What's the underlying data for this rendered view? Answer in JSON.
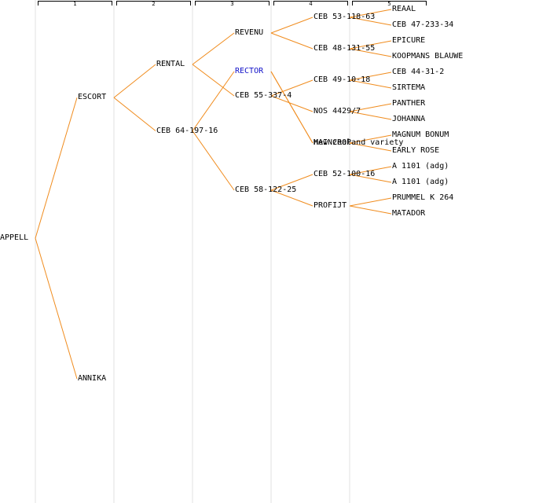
{
  "generations": [
    "1",
    "2",
    "3",
    "4",
    "5"
  ],
  "colors": {
    "edge": "#f08c1e",
    "text": "#000000",
    "highlight": "#1010c8"
  },
  "nodes": [
    {
      "id": "appell",
      "label": "APPELL",
      "gen": 0,
      "parent": null
    },
    {
      "id": "escort",
      "label": "ESCORT",
      "gen": 1,
      "parent": "appell"
    },
    {
      "id": "annika",
      "label": "ANNIKA",
      "gen": 1,
      "parent": "appell"
    },
    {
      "id": "rental",
      "label": "RENTAL",
      "gen": 2,
      "parent": "escort"
    },
    {
      "id": "ceb64",
      "label": "CEB 64-197-16",
      "gen": 2,
      "parent": "escort"
    },
    {
      "id": "revenu",
      "label": "REVENU",
      "gen": 3,
      "parent": "rental"
    },
    {
      "id": "ceb55",
      "label": "CEB 55-337-4",
      "gen": 3,
      "parent": "rental"
    },
    {
      "id": "rector",
      "label": "RECTOR",
      "gen": 3,
      "parent": "ceb64",
      "highlight": true
    },
    {
      "id": "ceb58",
      "label": "CEB 58-122-25",
      "gen": 3,
      "parent": "ceb64"
    },
    {
      "id": "ceb53",
      "label": "CEB 53-118-63",
      "gen": 4,
      "parent": "revenu"
    },
    {
      "id": "ceb48",
      "label": "CEB 48-131-55",
      "gen": 4,
      "parent": "revenu"
    },
    {
      "id": "ceb49",
      "label": "CEB 49-10-18",
      "gen": 4,
      "parent": "ceb55"
    },
    {
      "id": "nos",
      "label": "NOS 4429/7",
      "gen": 4,
      "parent": "ceb55"
    },
    {
      "id": "nzv",
      "label": "new zealand variety",
      "gen": 4,
      "parent": "rector"
    },
    {
      "id": "maincrop",
      "label": "MAINCROP",
      "gen": 4,
      "parent": "rector"
    },
    {
      "id": "ceb52",
      "label": "CEB 52-100-16",
      "gen": 4,
      "parent": "ceb58"
    },
    {
      "id": "profijt",
      "label": "PROFIJT",
      "gen": 4,
      "parent": "ceb58"
    },
    {
      "id": "reaal",
      "label": "REAAL",
      "gen": 5,
      "parent": "ceb53"
    },
    {
      "id": "ceb47",
      "label": "CEB 47-233-34",
      "gen": 5,
      "parent": "ceb53"
    },
    {
      "id": "epicure",
      "label": "EPICURE",
      "gen": 5,
      "parent": "ceb48"
    },
    {
      "id": "koopmans",
      "label": "KOOPMANS BLAUWE",
      "gen": 5,
      "parent": "ceb48"
    },
    {
      "id": "ceb44",
      "label": "CEB 44-31-2",
      "gen": 5,
      "parent": "ceb49"
    },
    {
      "id": "sirtema",
      "label": "SIRTEMA",
      "gen": 5,
      "parent": "ceb49"
    },
    {
      "id": "panther",
      "label": "PANTHER",
      "gen": 5,
      "parent": "nos"
    },
    {
      "id": "johanna",
      "label": "JOHANNA",
      "gen": 5,
      "parent": "nos"
    },
    {
      "id": "magnum",
      "label": "MAGNUM BONUM",
      "gen": 5,
      "parent": "maincrop"
    },
    {
      "id": "earlyrose",
      "label": "EARLY ROSE",
      "gen": 5,
      "parent": "maincrop"
    },
    {
      "id": "a1101a",
      "label": "A 1101 (adg)",
      "gen": 5,
      "parent": "ceb52"
    },
    {
      "id": "a1101b",
      "label": "A 1101 (adg)",
      "gen": 5,
      "parent": "ceb52"
    },
    {
      "id": "prummel",
      "label": "PRUMMEL K 264",
      "gen": 5,
      "parent": "profijt"
    },
    {
      "id": "matador",
      "label": "MATADOR",
      "gen": 5,
      "parent": "profijt"
    }
  ]
}
